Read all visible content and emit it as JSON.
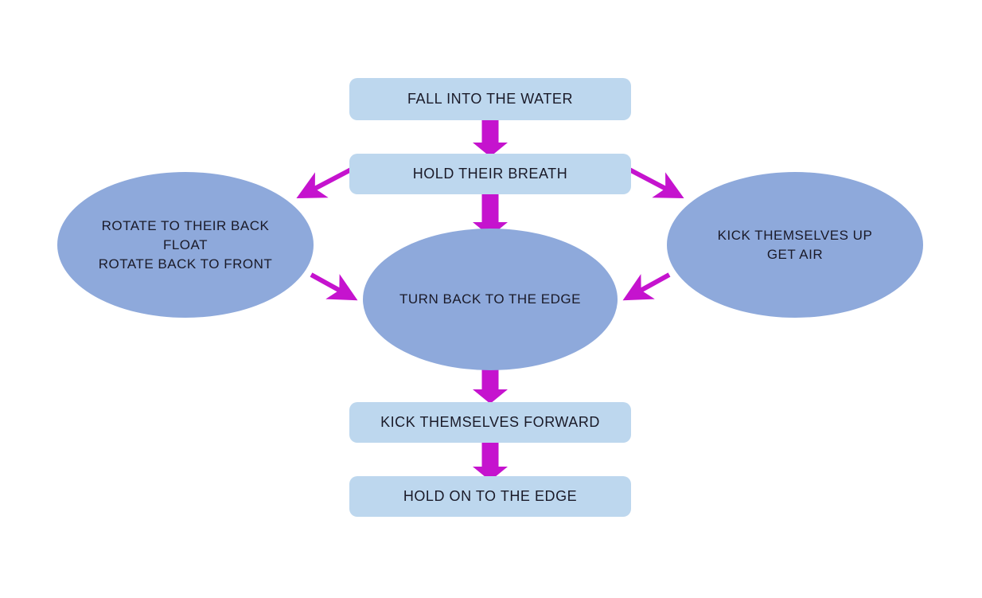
{
  "diagram": {
    "type": "flowchart",
    "colors": {
      "background": "#FFFFFF",
      "box_fill": "#BDD7EE",
      "ellipse_fill": "#8EA9DB",
      "arrow": "#C513CE",
      "text": "#1A1A28"
    },
    "nodes": {
      "fall": {
        "label": "FALL INTO THE WATER",
        "shape": "rounded-rectangle"
      },
      "breath": {
        "label": "HOLD THEIR BREATH",
        "shape": "rounded-rectangle"
      },
      "rotate": {
        "lines": [
          "ROTATE TO THEIR BACK",
          "FLOAT",
          "ROTATE BACK TO FRONT"
        ],
        "shape": "ellipse"
      },
      "kick_up": {
        "lines": [
          "KICK THEMSELVES UP",
          "GET AIR"
        ],
        "shape": "ellipse"
      },
      "turn": {
        "label": "TURN BACK TO THE EDGE",
        "shape": "ellipse"
      },
      "kick_forward": {
        "label": "KICK THEMSELVES FORWARD",
        "shape": "rounded-rectangle"
      },
      "hold_edge": {
        "label": "HOLD ON TO THE EDGE",
        "shape": "rounded-rectangle"
      }
    },
    "edges": [
      {
        "from": "fall",
        "to": "breath",
        "style": "thick-block-arrow",
        "direction": "down"
      },
      {
        "from": "breath",
        "to": "rotate",
        "style": "thin-arrow",
        "direction": "down-left"
      },
      {
        "from": "breath",
        "to": "kick_up",
        "style": "thin-arrow",
        "direction": "down-right"
      },
      {
        "from": "breath",
        "to": "turn",
        "style": "thick-block-arrow",
        "direction": "down"
      },
      {
        "from": "rotate",
        "to": "turn",
        "style": "thin-arrow",
        "direction": "down-right"
      },
      {
        "from": "kick_up",
        "to": "turn",
        "style": "thin-arrow",
        "direction": "down-left"
      },
      {
        "from": "turn",
        "to": "kick_forward",
        "style": "thick-block-arrow",
        "direction": "down"
      },
      {
        "from": "kick_forward",
        "to": "hold_edge",
        "style": "thick-block-arrow",
        "direction": "down"
      }
    ]
  }
}
